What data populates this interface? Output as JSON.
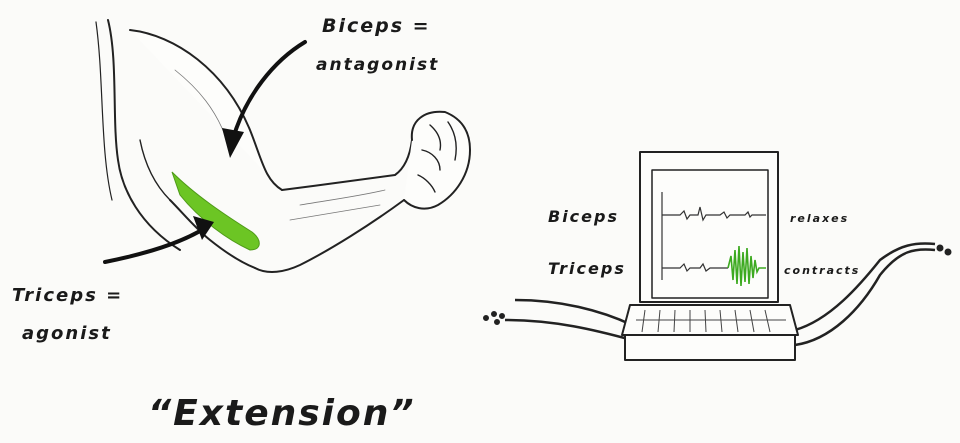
{
  "arm_labels": {
    "biceps_line1": "Biceps =",
    "biceps_line2": "antagonist",
    "triceps_line1": "Triceps =",
    "triceps_line2": "agonist"
  },
  "monitor_labels": {
    "biceps": "Biceps",
    "triceps": "Triceps",
    "relaxes": "relaxes",
    "contracts": "contracts"
  },
  "caption": "“Extension”",
  "colors": {
    "muscle_highlight": "#6cc524",
    "ink": "#1a1a1a",
    "emg_active": "#3daa20"
  }
}
